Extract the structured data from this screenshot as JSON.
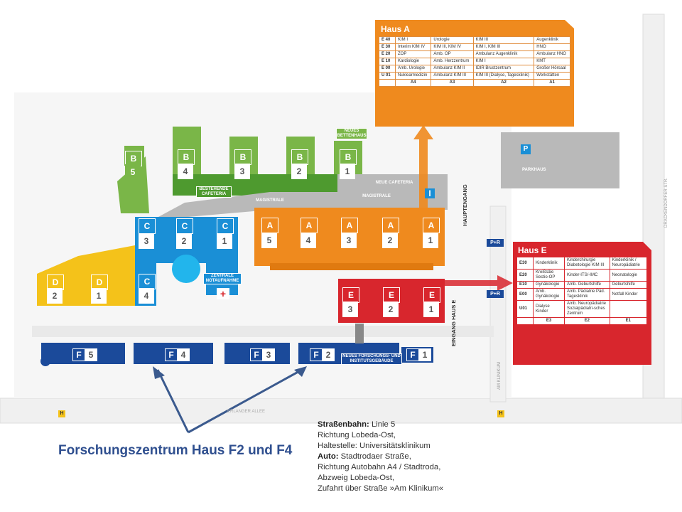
{
  "haus_a": {
    "title": "Haus A",
    "rows": [
      {
        "floor": "E 40",
        "a4": "KIM I",
        "a3": "Urologie",
        "a2": "KIM III",
        "a1": "Augenklinik"
      },
      {
        "floor": "E 30",
        "a4": "Interim KIM IV",
        "a3": "KIM III, KIM IV",
        "a2": "KIM I, KIM III",
        "a1": "HNO"
      },
      {
        "floor": "E 20",
        "a4": "ZOP",
        "a3": "Amb. OP",
        "a2": "Ambulanz Augenklinik",
        "a1": "Ambulanz HNO"
      },
      {
        "floor": "E 10",
        "a4": "Kardiologie",
        "a3": "Amb. Herzzentrum",
        "a2": "KIM I",
        "a1": "KMT"
      },
      {
        "floor": "E 00",
        "a4": "Amb. Urologie",
        "a3": "Ambulanz KIM II",
        "a2": "IDIR Brustzentrum",
        "a1": "Großer Hörsaal"
      },
      {
        "floor": "U 01",
        "a4": "Nuklearmedizin",
        "a3": "Ambulanz KIM III",
        "a2": "KIM III (Dialyse, Tagesklinik)",
        "a1": "Werkstätten"
      }
    ],
    "footer": [
      "A4",
      "A3",
      "A2",
      "A1"
    ]
  },
  "haus_e": {
    "title": "Haus E",
    "rows": [
      {
        "floor": "E30",
        "e3": "Kinderklinik",
        "e2": "Kinderchirurgie Diabetologie KIM III",
        "e1": "Kinderklinik / Neuropädiatrie"
      },
      {
        "floor": "E20",
        "e3": "Kreißsäle Sectio-OP",
        "e2": "Kinder-ITS/-IMC",
        "e1": "Neonatologie"
      },
      {
        "floor": "E10",
        "e3": "Gynäkologie",
        "e2": "Amb. Geburtshilfe",
        "e1": "Geburtshilfe"
      },
      {
        "floor": "E00",
        "e3": "Amb. Gynäkologie",
        "e2": "Amb. Pädiatrie Päd. Tagesklinik",
        "e1": "Notfall Kinder"
      },
      {
        "floor": "U01",
        "e3": "Dialyse Kinder",
        "e2": "Amb. Neuropädiatrie Sozialpädiatri-sches Zentrum",
        "e1": ""
      }
    ],
    "footer": [
      "E3",
      "E2",
      "E1"
    ]
  },
  "buildings": {
    "b5": {
      "letter": "B",
      "num": "5"
    },
    "b4": {
      "letter": "B",
      "num": "4"
    },
    "b3": {
      "letter": "B",
      "num": "3"
    },
    "b2": {
      "letter": "B",
      "num": "2"
    },
    "b1": {
      "letter": "B",
      "num": "1"
    },
    "c3": {
      "letter": "C",
      "num": "3"
    },
    "c2": {
      "letter": "C",
      "num": "2"
    },
    "c1": {
      "letter": "C",
      "num": "1"
    },
    "c4": {
      "letter": "C",
      "num": "4"
    },
    "d2": {
      "letter": "D",
      "num": "2"
    },
    "d1": {
      "letter": "D",
      "num": "1"
    },
    "a5": {
      "letter": "A",
      "num": "5"
    },
    "a4": {
      "letter": "A",
      "num": "4"
    },
    "a3": {
      "letter": "A",
      "num": "3"
    },
    "a2": {
      "letter": "A",
      "num": "2"
    },
    "a1": {
      "letter": "A",
      "num": "1"
    },
    "e3": {
      "letter": "E",
      "num": "3"
    },
    "e2": {
      "letter": "E",
      "num": "2"
    },
    "e1": {
      "letter": "E",
      "num": "1"
    },
    "f5": {
      "letter": "F",
      "num": "5"
    },
    "f4": {
      "letter": "F",
      "num": "4"
    },
    "f3": {
      "letter": "F",
      "num": "3"
    },
    "f2": {
      "letter": "F",
      "num": "2"
    },
    "f1": {
      "letter": "F",
      "num": "1"
    },
    "i": {
      "letter": "I"
    }
  },
  "labels": {
    "neues_bettenhaus": "NEUES BETTENHAUS",
    "bestehende_cafeteria": "BESTEHENDE CAFETERIA",
    "magistrale1": "MAGISTRALE",
    "magistrale2": "MAGISTRALE",
    "neue_cafeteria": "NEUE CAFETERIA",
    "zentrale_notaufnahme": "ZENTRALE NOTAUFNAHME",
    "neues_forschung": "NEUES FORSCHUNGS- UND INSTITUTSGEBÄUDE",
    "parkhaus": "PARKHAUS",
    "hauptengang": "HAUPTENGANG",
    "eingang_haus_e": "EINGANG HAUS E",
    "am_klinikum": "AM KLINIKUM",
    "erlanger_allee": "ERLANGER ALLEE",
    "drackendorfer": "DRACKENDORFER STR.",
    "parking_p": "P",
    "pr": "P+R",
    "h": "H"
  },
  "caption": "Forschungszentrum Haus F2 und F4",
  "info": {
    "tram_label": "Straßenbahn:",
    "tram_line": "Linie 5",
    "tram_dir": "Richtung Lobeda-Ost,",
    "tram_stop": "Haltestelle: Universitätsklinikum",
    "car_label": "Auto:",
    "car_1": "Stadtrodaer Straße,",
    "car_2": "Richtung Autobahn A4 / Stadtroda,",
    "car_3": "Abzweig Lobeda-Ost,",
    "car_4": "Zufahrt über Straße »Am Klinikum«"
  },
  "colors": {
    "green": "#7ab648",
    "dark_green": "#4e9a2f",
    "blue": "#1a8fd6",
    "yellow": "#f4c21a",
    "orange": "#ef8a1e",
    "red": "#d8262d",
    "navy": "#1b4a9a",
    "grey": "#b9b9b9"
  }
}
